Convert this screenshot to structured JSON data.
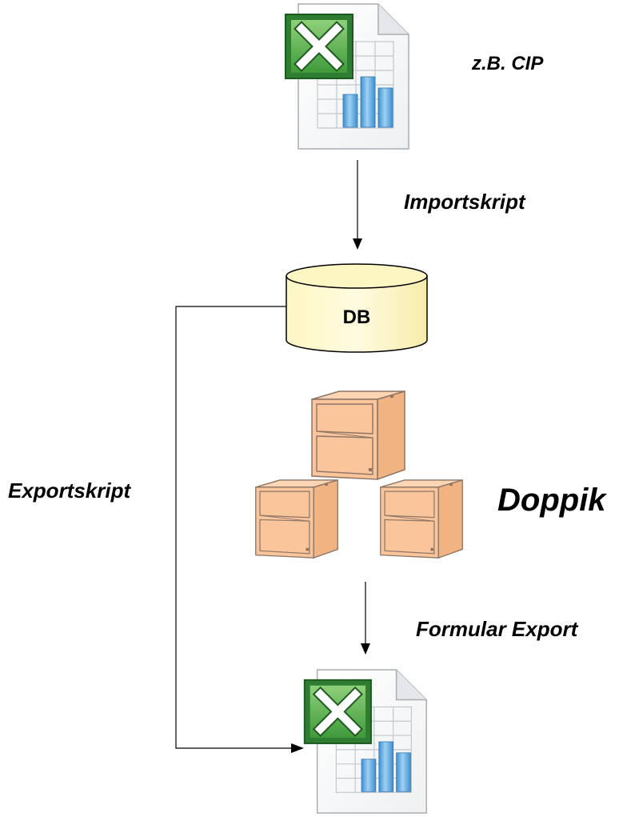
{
  "diagram": {
    "source_file": {
      "icon": "excel-file-icon",
      "label": "z.B. CIP"
    },
    "import_step": {
      "label": "Importskript"
    },
    "database": {
      "icon": "database-cylinder",
      "label": "DB",
      "fill": "#fdf6c3"
    },
    "system": {
      "icon": "cabinet-icon",
      "label": "Doppik",
      "fill": "#fac59a"
    },
    "export_script": {
      "label": "Exportskript"
    },
    "form_export": {
      "label": "Formular Export"
    },
    "target_file": {
      "icon": "excel-file-icon"
    }
  }
}
